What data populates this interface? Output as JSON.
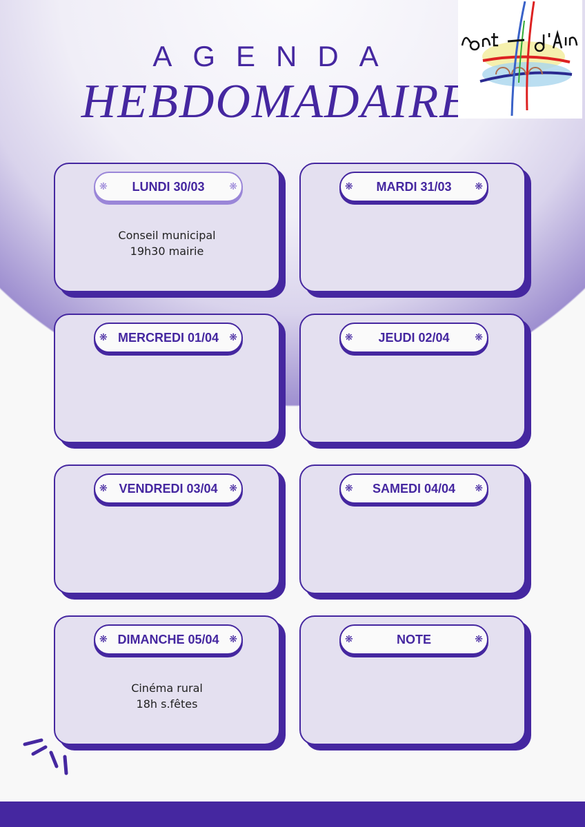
{
  "header": {
    "title_line1": "AGENDA",
    "title_line2": "HEBDOMADAIRE",
    "logo_text": "Pont-d'Ain"
  },
  "days": [
    {
      "label": "LUNDI 30/03",
      "lines": [
        "Conseil municipal",
        "19h30 mairie"
      ]
    },
    {
      "label": "MARDI 31/03",
      "lines": [
        "",
        ""
      ]
    },
    {
      "label": "MERCREDI 01/04",
      "lines": [
        "",
        ""
      ]
    },
    {
      "label": "JEUDI 02/04",
      "lines": [
        "",
        ""
      ]
    },
    {
      "label": "VENDREDI 03/04",
      "lines": [
        "",
        ""
      ]
    },
    {
      "label": "SAMEDI 04/04",
      "lines": [
        "",
        ""
      ]
    },
    {
      "label": "DIMANCHE 05/04",
      "lines": [
        "Cinéma rural",
        "18h s.fêtes"
      ]
    },
    {
      "label": "NOTE",
      "lines": [
        "",
        ""
      ]
    }
  ],
  "colors": {
    "accent": "#4527a0",
    "card": "#e4e0f0",
    "light_accent": "#9a86d8"
  }
}
